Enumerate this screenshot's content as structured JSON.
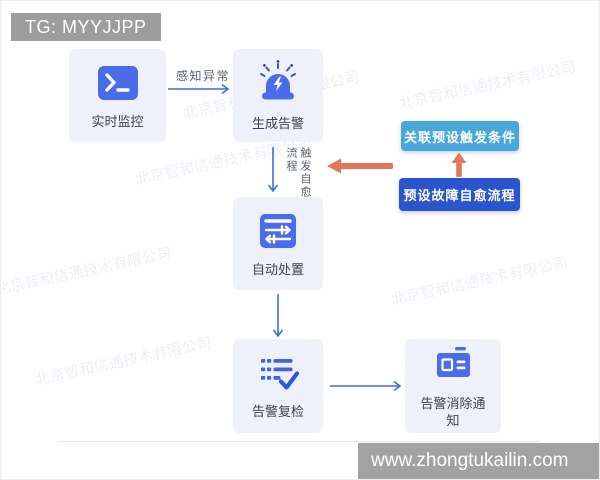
{
  "page": {
    "badge_label": "TG: MYYJJPP",
    "site_url": "www.zhongtukailin.com",
    "background_watermark": "北京智和信通技术有限公司",
    "colors": {
      "icon_blue": "#4a6bea",
      "arrow_blue": "#3e6fd6",
      "arrow_orange": "#e0795b",
      "node_background": "#eef1f9",
      "light_blue_button": "#4aa7db",
      "dark_blue_button": "#2b55cd",
      "badge_background": "#9d9d9d",
      "url_bar_background": "#a2a2a2"
    }
  },
  "flow": {
    "nodes": [
      {
        "label": "实时监控",
        "icon": "terminal-icon"
      },
      {
        "label": "生成告警",
        "icon": "alarm-siren-icon"
      },
      {
        "label": "自动处置",
        "icon": "sliders-icon"
      },
      {
        "label": "告警复检",
        "icon": "checklist-check-icon"
      },
      {
        "label": "告警消除通知",
        "icon": "notification-card-icon"
      }
    ],
    "edge_labels": {
      "monitor_to_alert": "感知异常",
      "alert_to_auto": "触发自愈流程"
    },
    "side_panel": {
      "trigger_condition_label": "关联预设触发条件",
      "preset_flow_label": "预设故障自愈流程"
    }
  }
}
